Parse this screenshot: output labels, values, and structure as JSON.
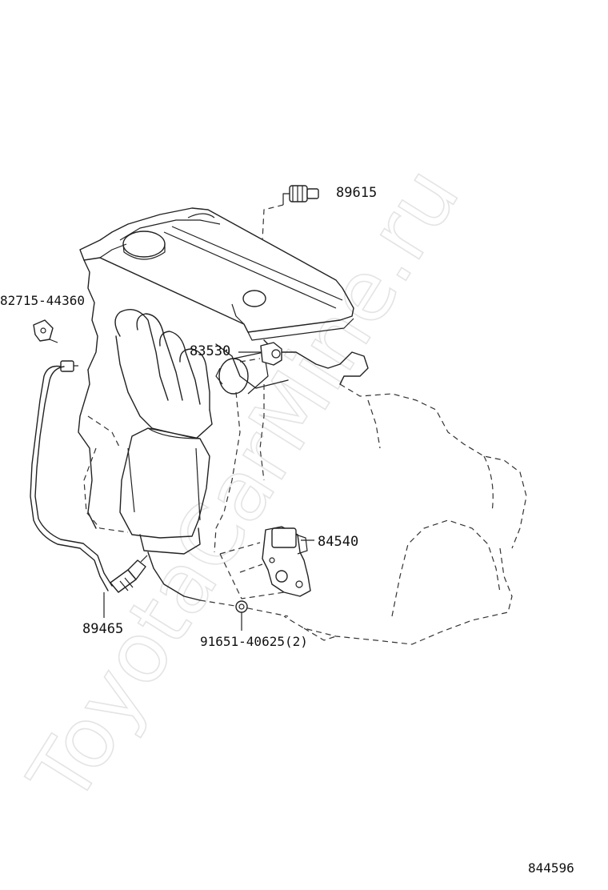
{
  "watermark": "ToyotaCarMine.ru",
  "diagram_id": "844596",
  "parts": {
    "p89615": "89615",
    "p82715": "82715-44360",
    "p83530": "83530",
    "p84540": "84540",
    "p89465": "89465",
    "p91651": "91651-40625(2)"
  }
}
